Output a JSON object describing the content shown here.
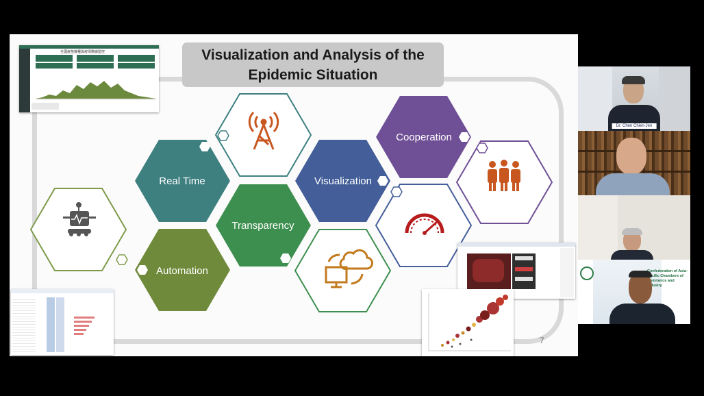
{
  "slide": {
    "title": "Visualization and Analysis of the Epidemic Situation",
    "page_number": "7",
    "hexes": [
      {
        "label": "Real Time",
        "color": "#3e7f80"
      },
      {
        "label": "Automation",
        "color": "#6f8a3a"
      },
      {
        "label": "Transparency",
        "color": "#3d8f4f"
      },
      {
        "label": "Visualization",
        "color": "#435e98"
      },
      {
        "label": "Cooperation",
        "color": "#6f4f95"
      }
    ],
    "icon_hexes": [
      {
        "icon": "robot-icon"
      },
      {
        "icon": "signal-tower-icon"
      },
      {
        "icon": "cloud-computer-sync-icon"
      },
      {
        "icon": "speedometer-icon"
      },
      {
        "icon": "people-group-icon"
      }
    ]
  },
  "dashboard_thumbnail": {
    "header": "全國疫苗接種與疫情數據監控"
  },
  "participants": [
    {
      "name_plate": "Dr. Chen Chien-Jen"
    },
    {
      "name_plate": ""
    },
    {
      "name_plate": ""
    },
    {
      "name_plate": "",
      "background_caption": "Confederation of Asia-Pacific Chambers of Commerce and Industry"
    }
  ]
}
